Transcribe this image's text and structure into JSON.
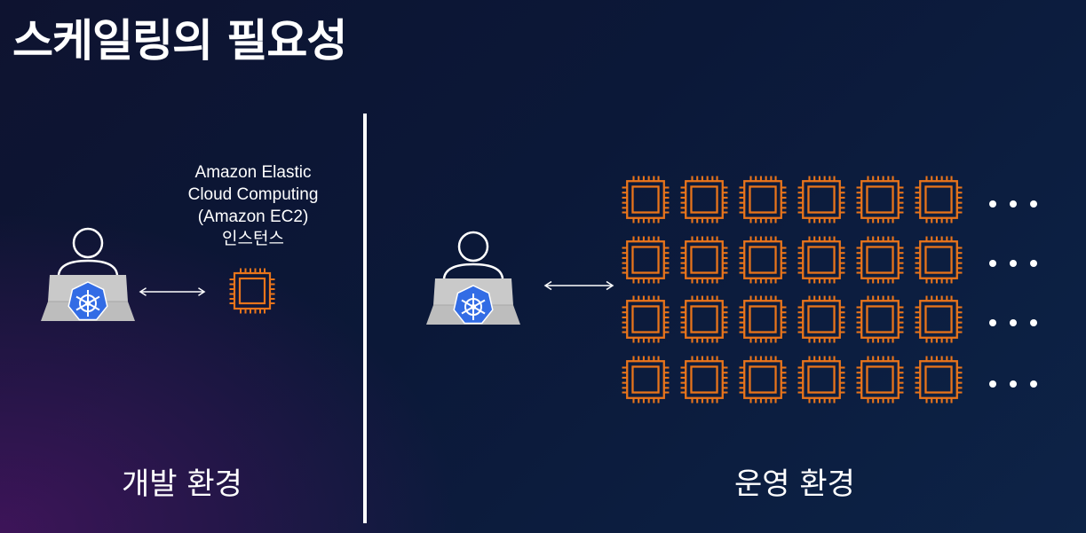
{
  "title": "스케일링의 필요성",
  "ec2_label": {
    "line1": "Amazon Elastic",
    "line2": "Cloud Computing",
    "line3": "(Amazon EC2)",
    "line4": "인스턴스"
  },
  "dev_env_label": "개발 환경",
  "prod_env_label": "운영 환경",
  "colors": {
    "chip": "#e8741b",
    "kubernetes_blue": "#326ce5",
    "laptop_gray": "#c9c9c9",
    "divider": "#ffffff"
  },
  "icons": {
    "user": "user-icon",
    "laptop": "laptop-icon",
    "kubernetes": "kubernetes-icon",
    "instance": "ec2-instance-icon",
    "arrow": "double-arrow-icon",
    "more": "ellipsis-icon"
  },
  "production_grid": {
    "rows": 4,
    "columns": 6
  }
}
